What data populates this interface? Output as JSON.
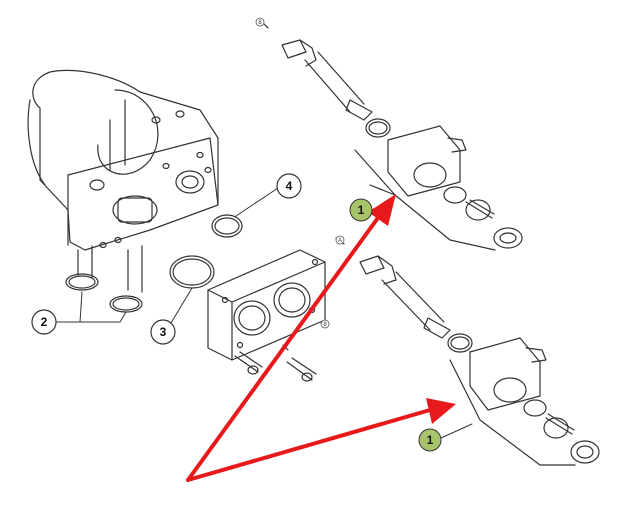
{
  "callouts": [
    {
      "id": "callout-1-upper",
      "text": "1",
      "color": "#a8c46a"
    },
    {
      "id": "callout-1-lower",
      "text": "1",
      "color": "#a8c46a"
    },
    {
      "id": "callout-2",
      "text": "2"
    },
    {
      "id": "callout-3",
      "text": "3"
    },
    {
      "id": "callout-4",
      "text": "4"
    }
  ],
  "tiny_marks": {
    "top_bolt": "8",
    "mid_bolt": "A",
    "plate_bolt": "8"
  },
  "colors": {
    "line": "#333333",
    "arrow": "#e8191b",
    "highlight": "#a8c46a"
  }
}
